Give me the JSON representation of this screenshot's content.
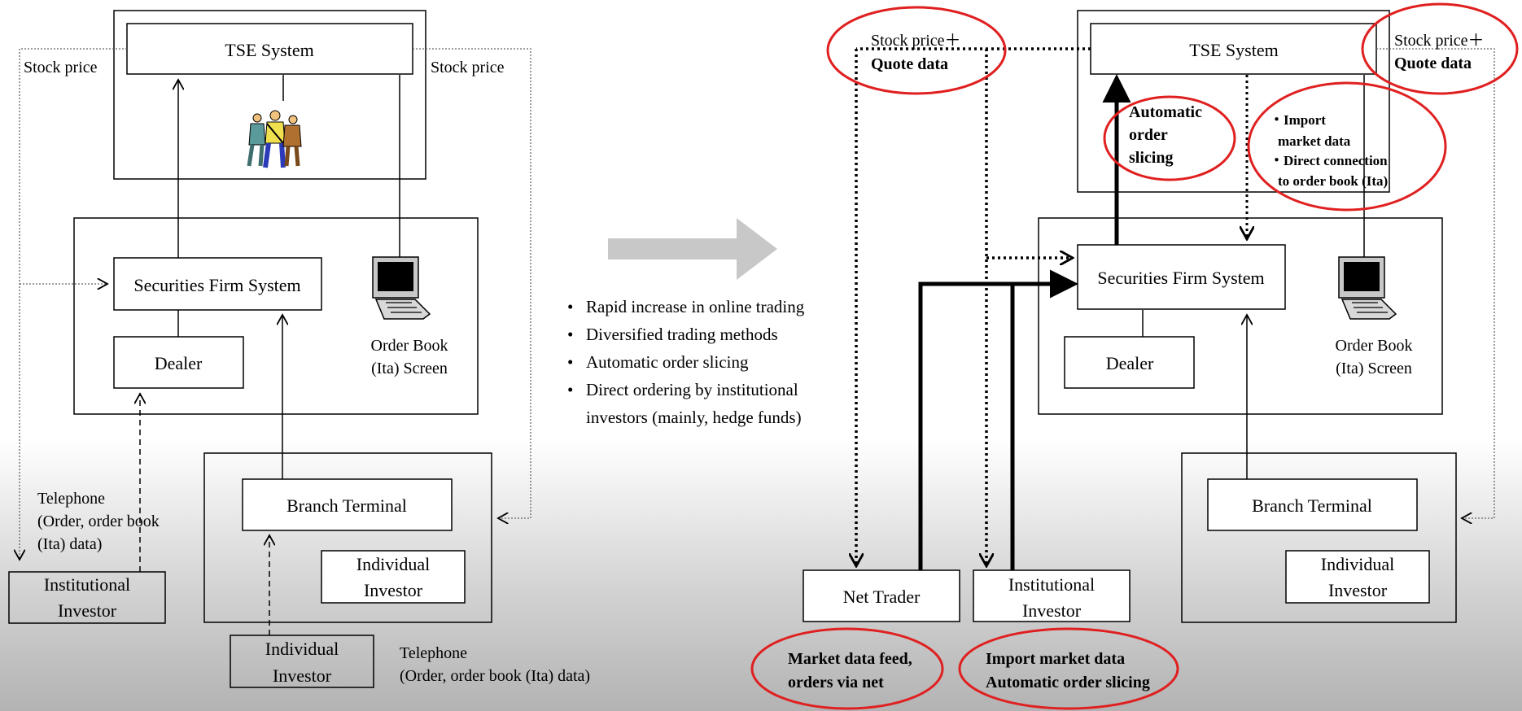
{
  "left": {
    "tse_system": "TSE System",
    "stock_price_left": "Stock price",
    "stock_price_right": "Stock price",
    "securities_firm_system": "Securities Firm System",
    "dealer": "Dealer",
    "order_book_line1": "Order Book",
    "order_book_line2": "(Ita) Screen",
    "telephone_line1": "Telephone",
    "telephone_line2": "(Order, order book",
    "telephone_line3": "(Ita) data)",
    "institutional_line1": "Institutional",
    "institutional_line2": "Investor",
    "branch_terminal": "Branch Terminal",
    "individual_inner_line1": "Individual",
    "individual_inner_line2": "Investor",
    "individual_outer_line1": "Individual",
    "individual_outer_line2": "Investor",
    "telephone2_line1": "Telephone",
    "telephone2_line2": "(Order, order book (Ita) data)"
  },
  "middle": {
    "bullets": [
      "Rapid increase in online trading",
      "Diversified trading methods",
      "Automatic order slicing",
      "Direct ordering by institutional investors (mainly, hedge funds)"
    ]
  },
  "right": {
    "tse_system": "TSE System",
    "stock_quote_left_line1": "Stock price＋",
    "stock_quote_left_line2": "Quote data",
    "stock_quote_right_line1": "Stock price＋",
    "stock_quote_right_line2": "Quote data",
    "auto_slicing_line1": "Automatic",
    "auto_slicing_line2": "order",
    "auto_slicing_line3": "slicing",
    "import_line1": "・Import",
    "import_line2": "market data",
    "import_line3": "・Direct connection",
    "import_line4": "to order book (Ita)",
    "securities_firm_system": "Securities Firm System",
    "dealer": "Dealer",
    "order_book_line1": "Order Book",
    "order_book_line2": "(Ita) Screen",
    "branch_terminal": "Branch Terminal",
    "individual_line1": "Individual",
    "individual_line2": "Investor",
    "net_trader": "Net Trader",
    "institutional_line1": "Institutional",
    "institutional_line2": "Investor",
    "feed_line1": "Market data feed,",
    "feed_line2": "orders via net",
    "import_slicing_line1": "Import market data",
    "import_slicing_line2": "Automatic order slicing"
  },
  "colors": {
    "highlight_ellipse": "#e02020",
    "transition_arrow": "#c8c8c8"
  },
  "icons": [
    "people-figures-icon",
    "computer-terminal-icon"
  ]
}
